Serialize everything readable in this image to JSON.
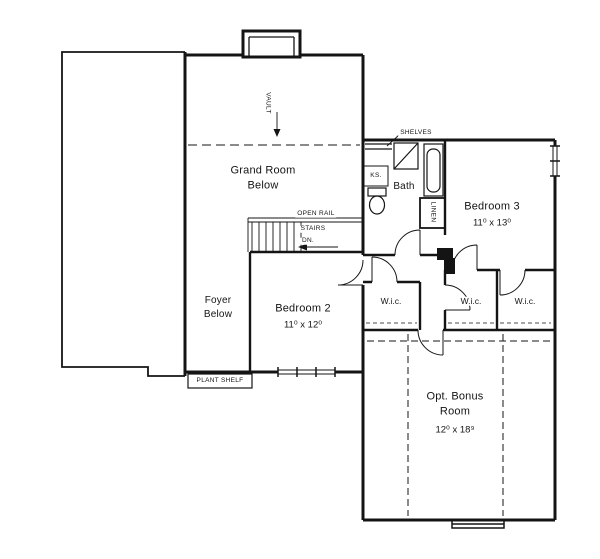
{
  "plan": {
    "rooms": {
      "grand_room": {
        "line1": "Grand Room",
        "line2": "Below"
      },
      "foyer": {
        "line1": "Foyer",
        "line2": "Below"
      },
      "bedroom2": {
        "name": "Bedroom 2",
        "dims": "11⁰ x 12⁰"
      },
      "bedroom3": {
        "name": "Bedroom 3",
        "dims": "11⁰ x 13⁰"
      },
      "bath": {
        "name": "Bath"
      },
      "bonus": {
        "line1": "Opt. Bonus",
        "line2": "Room",
        "dims": "12⁰ x 18⁹"
      },
      "wic1": {
        "name": "W.i.c."
      },
      "wic2": {
        "name": "W.i.c."
      },
      "wic3": {
        "name": "W.i.c."
      }
    },
    "annotations": {
      "vault": "VAULT",
      "shelves": "SHELVES",
      "ks": "KS.",
      "linen": "LINEN",
      "open_rail": "OPEN RAIL",
      "stairs": "STAIRS",
      "dn": "DN.",
      "plant_shelf": "PLANT SHELF"
    },
    "colors": {
      "line": "#141414",
      "background": "#ffffff"
    }
  }
}
